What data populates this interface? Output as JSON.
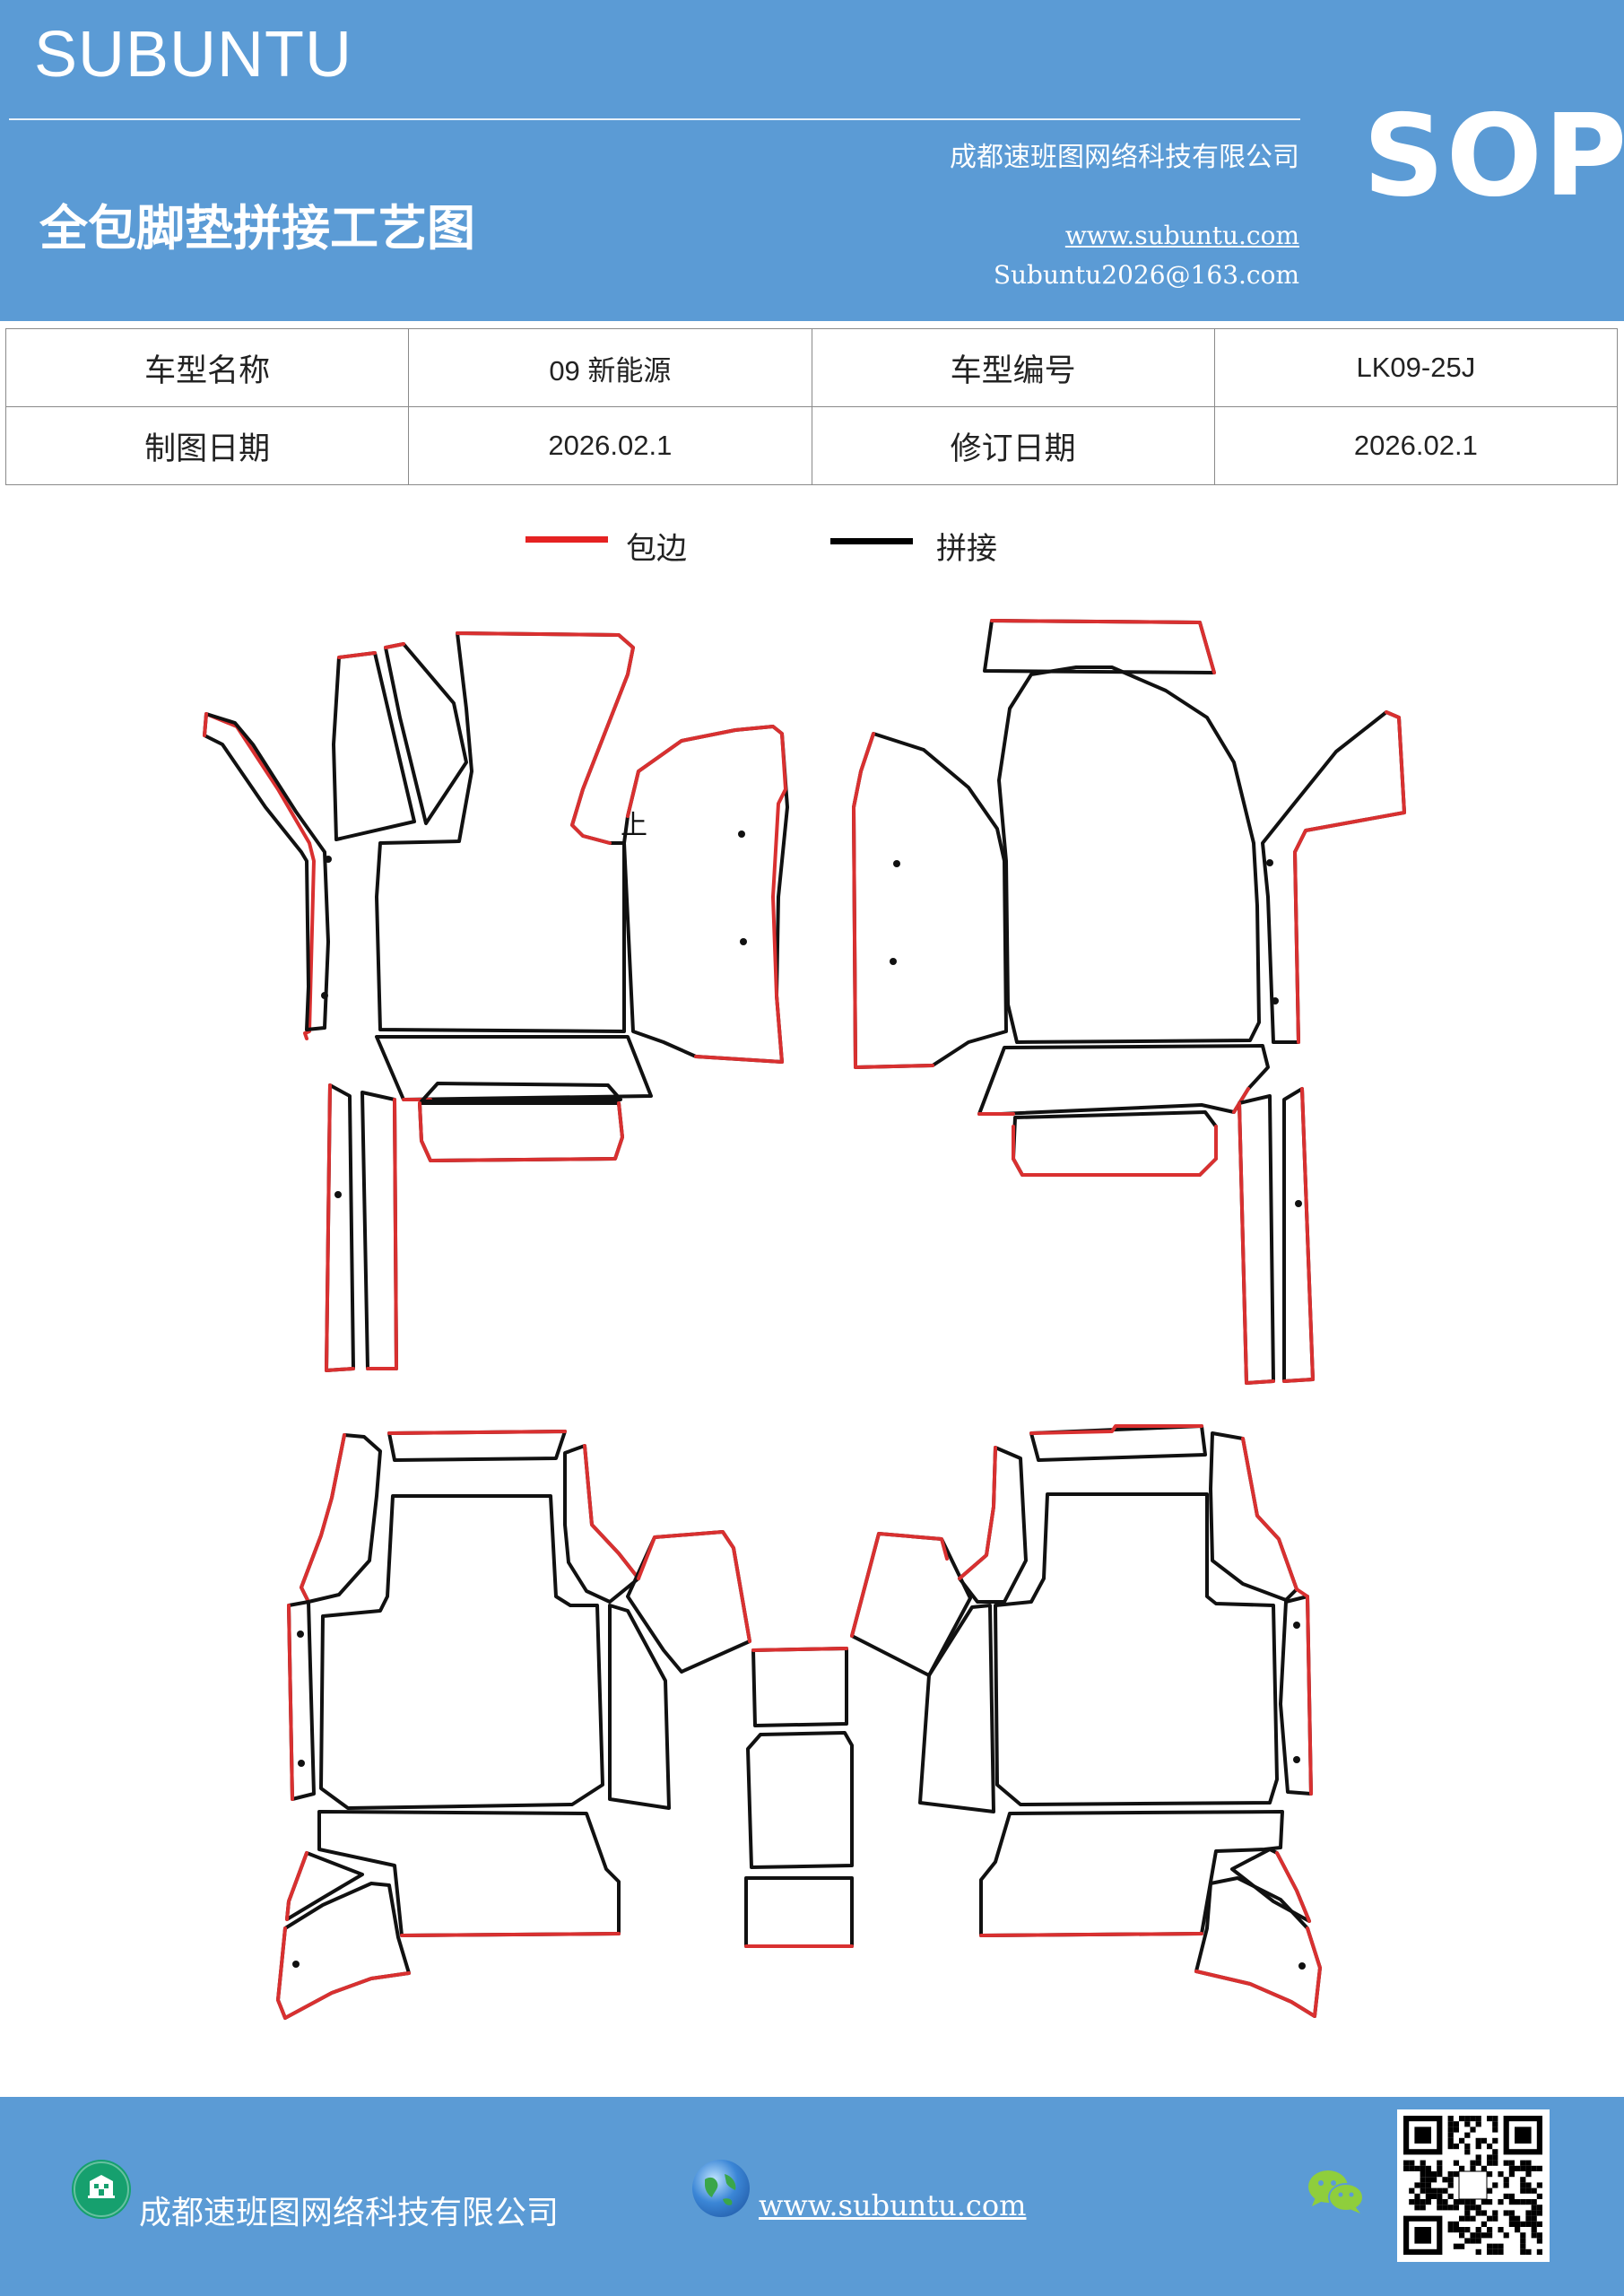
{
  "header": {
    "brand": "SUBUNTU",
    "company": "成都速班图网络科技有限公司",
    "title": "全包脚垫拼接工艺图",
    "website": "www.subuntu.com",
    "email": "Subuntu2026@163.com",
    "badge": "SOP"
  },
  "info_table": {
    "rows": [
      [
        "车型名称",
        "09 新能源",
        "车型编号",
        "LK09-25J"
      ],
      [
        "制图日期",
        "2026.02.1",
        "修订日期",
        "2026.02.1"
      ]
    ]
  },
  "legend": {
    "items": [
      {
        "label": "包边",
        "color": "#e52222"
      },
      {
        "label": "拼接",
        "color": "#000000"
      }
    ]
  },
  "drawing": {
    "marker_text": "上",
    "edge_color": "#d93030",
    "seam_color": "#111111"
  },
  "footer": {
    "company": "成都速班图网络科技有限公司",
    "website": "www.subuntu.com",
    "icons": [
      "building-icon",
      "globe-icon",
      "wechat-icon",
      "qr-code"
    ]
  }
}
